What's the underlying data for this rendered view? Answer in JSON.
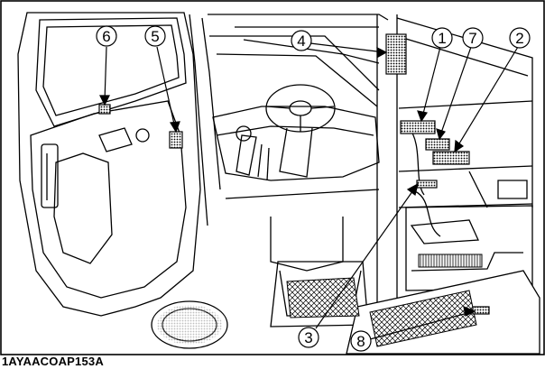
{
  "figure": {
    "id_code": "1AYAACOAP153A",
    "callouts": [
      {
        "number": "1",
        "target": "label-decal"
      },
      {
        "number": "2",
        "target": "label-decal"
      },
      {
        "number": "3",
        "target": "label-decal"
      },
      {
        "number": "4",
        "target": "label-decal"
      },
      {
        "number": "5",
        "target": "label-decal"
      },
      {
        "number": "6",
        "target": "label-decal"
      },
      {
        "number": "7",
        "target": "label-decal"
      },
      {
        "number": "8",
        "target": "label-decal"
      }
    ]
  }
}
